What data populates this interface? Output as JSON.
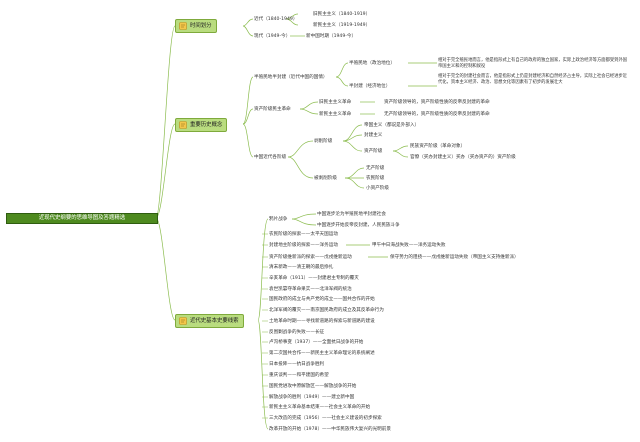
{
  "root": {
    "label": "近现代史纲要的思维导图及答题精选"
  },
  "branches": [
    {
      "label": "时间划分"
    },
    {
      "label": "重要历史概念"
    },
    {
      "label": "近代史基本史要线索"
    }
  ],
  "timeline": {
    "modern": "近代（1840-1949）",
    "old_democratic": "旧民主主义（1840-1919）",
    "new_democratic": "新民主主义（1919-1949）",
    "contemporary": "现代（1949-今）",
    "new_china": "新中国时期（1949-今）"
  },
  "concepts": {
    "semi": "半殖民地半封建（近代中国的国情）",
    "semi_colonial": "半殖民地（政治地位）",
    "semi_colonial_desc": "相对于完全殖民地而言，他是指形式上有自己的政府的独立国家，实际上政治经济等方面都受到外国帝国主义和的控制和奴役",
    "semi_feudal": "半封建（经济地位）",
    "semi_feudal_desc": "相对于完全的封建社会而言，他是指形式上仍是封建经济和自然经济占主导，实际上社会已经进步近代化，资本主义经济、政治、思想文化等因素有了初步的发展壮大",
    "bourgeois_rev": "资产阶级民主革命",
    "old_dem_rev": "旧民主主义革命",
    "old_dem_desc": "资产阶级领导的，资产阶级性质的反帝反封建的革命",
    "new_dem_rev": "新民主主义革命",
    "new_dem_desc": "无产阶级领导的，资产阶级性质的反帝反封建的革命",
    "classes": "中国近代各阶级",
    "exploiting": "剥削阶级",
    "imperialism": "帝国主义（都说是外部入）",
    "landlord": "封建主义",
    "bourgeoisie": "资产阶级",
    "national_bourgeoisie": "民族资产阶级（革命对象）",
    "bureaucratic": "官僚（买办封建主义）买办（买办资产的）资产阶级",
    "exploited": "被剥削阶级",
    "proletariat": "无产阶级",
    "peasant": "农民阶级",
    "petty": "小资产阶级"
  },
  "clues": [
    "鸦片战争",
    "中国逐步沦为半殖民地半封建社会",
    "中国逐步开始反帝反封建，人民民族斗争",
    "农民阶级的探索——太平天国运动",
    "封建地主阶级的探索——洋务运动",
    "甲午中日海战失败——洋务运动失败",
    "资产阶级维新派的探索——戊戌维新运动",
    "保守势力的阻挠——戊戌维新运动失败（帝国主义支持维新派）",
    "清末新政——清王朝的最后挣扎",
    "辛亥革命（1911）——封建君主专制的覆灭",
    "袁世凯篡夺革命果实——北洋军阀的统治",
    "国民政府的成立与共产党的成立——国共合作的开始",
    "北洋军阀的覆灭——南京国民政府的成立及其反革命行为",
    "土地革命时期——寻找新道路的探索与新道路的建设",
    "反围剿战争的失败——长征",
    "卢沟桥事变（1937）——全面抗日战争的开始",
    "第二次国共合作——新民主主义革命理论的系统阐述",
    "日本投降——抗日战争胜利",
    "重庆谈判——和平建国的希望",
    "国民党进攻中原解放区——解放战争的开始",
    "解放战争的胜利（1949）——建立新中国",
    "新民主主义革命基本结束——社会主义革命的开始",
    "三大改造的完成（1956）——社会主义建设的初步探索",
    "改革开放的开始（1978）——中华民族伟大复兴的光明前景"
  ],
  "colors": {
    "line": "#8bbc4e",
    "root_fill": "#4e8a1f",
    "branch_fill": "#b9dc7f",
    "branch_border": "#7faa3c"
  }
}
